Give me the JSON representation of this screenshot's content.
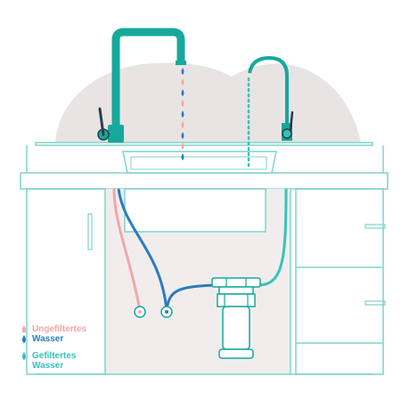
{
  "legend": {
    "unfiltered": {
      "line1": "Ungefiltertes",
      "line2": "Wasser"
    },
    "filtered": {
      "line1": "Gefiltertes",
      "line2": "Wasser"
    }
  },
  "colors": {
    "teal": "#16a89b",
    "teal_light": "#36c3b7",
    "outline": "#7fd3cc",
    "pink": "#f4a6a6",
    "blue": "#2a7cbf",
    "blob": "#e9e4e4",
    "cabinet_bg": "#f1eded",
    "dark": "#2b3d4a"
  },
  "icons": [
    "water-drop-icon"
  ]
}
